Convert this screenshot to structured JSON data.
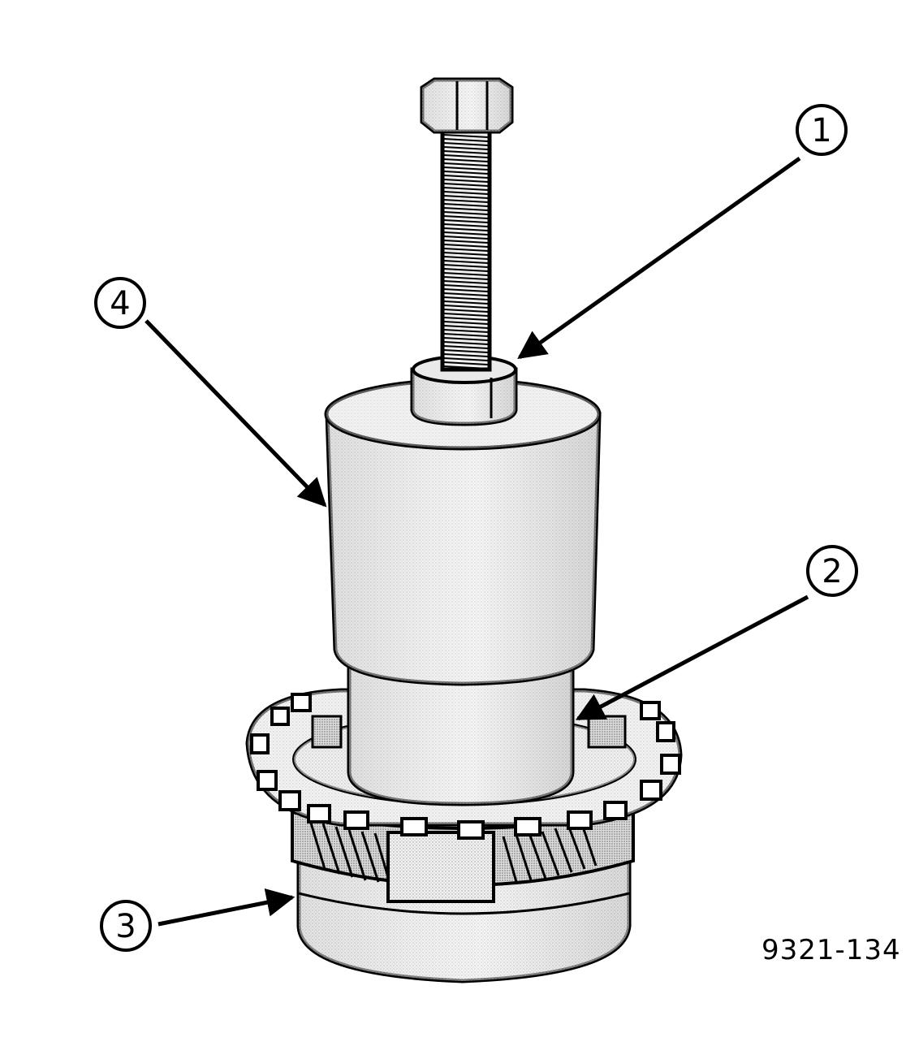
{
  "figure": {
    "id_label": "9321-134",
    "callouts": [
      {
        "number": "1"
      },
      {
        "number": "2"
      },
      {
        "number": "3"
      },
      {
        "number": "4"
      }
    ]
  }
}
